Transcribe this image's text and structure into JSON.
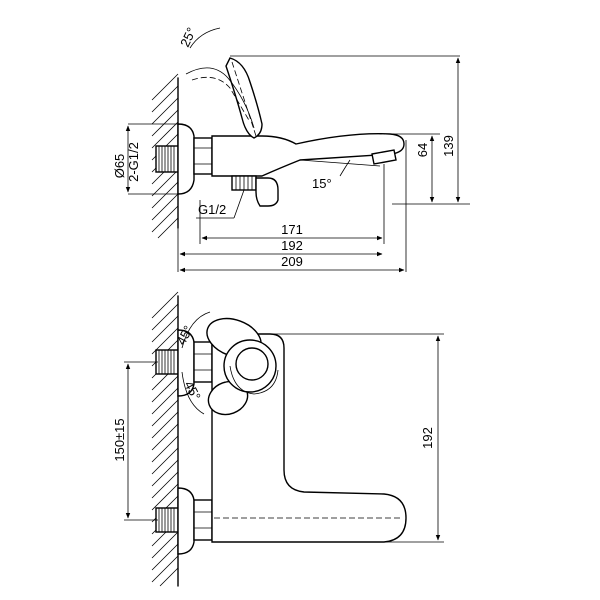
{
  "top_view": {
    "dims": {
      "angle_lever": "25°",
      "angle_spout": "15°",
      "d64": "64",
      "d139": "139",
      "d65": "Ø65",
      "thread": "2-G1/2",
      "g12": "G1/2",
      "d171": "171",
      "d192": "192",
      "d209": "209"
    }
  },
  "front_view": {
    "dims": {
      "angle_a": "45°",
      "angle_b": "45°",
      "spacing": "150±15",
      "height": "192"
    }
  }
}
